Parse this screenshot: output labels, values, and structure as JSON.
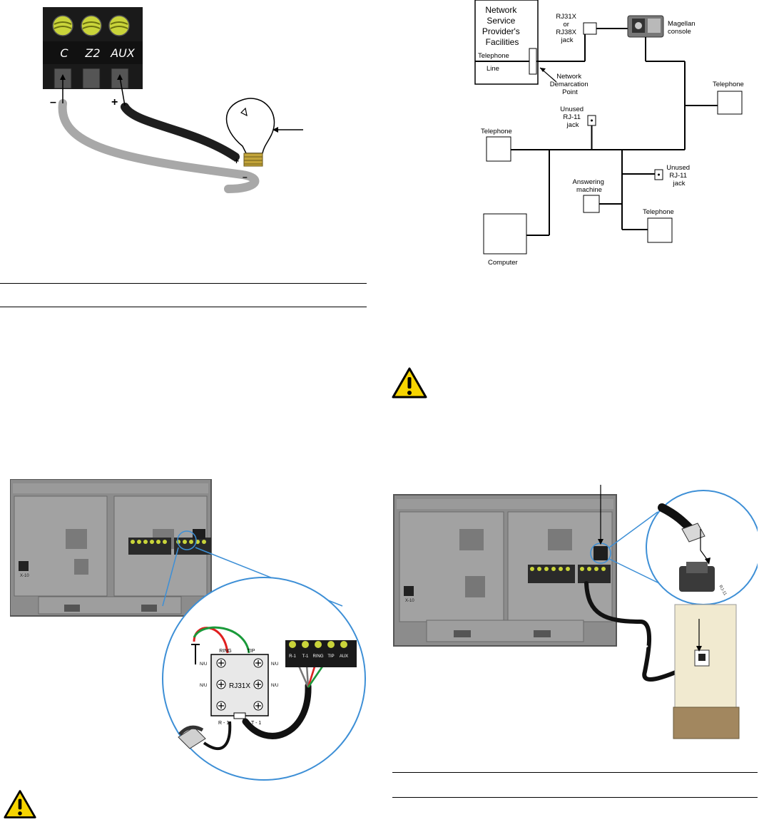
{
  "terminal_figure": {
    "terminals": [
      "C",
      "Z2",
      "AUX"
    ],
    "neg_sign": "–",
    "pos_sign": "+",
    "bulb_plus": "+",
    "bulb_minus": "–"
  },
  "network_diagram": {
    "provider_lines": [
      "Network",
      "Service",
      "Provider's",
      "Facilities"
    ],
    "telephone_line_top": "Telephone",
    "telephone_line_bottom": "Line",
    "demarcation_lines": [
      "Network",
      "Demarcation",
      "Point"
    ],
    "rj31x_lines": [
      "RJ31X",
      "or",
      "RJ38X",
      "jack"
    ],
    "magellan_lines": [
      "Magellan",
      "console"
    ],
    "telephone_right": "Telephone",
    "unused_jack_top_lines": [
      "Unused",
      "RJ-11",
      "jack"
    ],
    "telephone_left": "Telephone",
    "unused_jack_right_lines": [
      "Unused",
      "RJ-11",
      "jack"
    ],
    "answering_machine_lines": [
      "Answering",
      "machine"
    ],
    "telephone_bottom": "Telephone",
    "computer": "Computer"
  },
  "rj31x_figure": {
    "jack_title": "RJ31X",
    "ring": "RING",
    "tip": "TIP",
    "nu": "N/U",
    "r1": "R - 1",
    "t1": "T - 1",
    "terminals": [
      "R-1",
      "T-1",
      "RING",
      "TIP",
      "AUX"
    ],
    "panel_label": "X-10"
  },
  "rj11_figure": {
    "panel_label": "X-10",
    "plug_label": "RJ-11"
  },
  "colors": {
    "warning_yellow": "#f6d400",
    "panel_gray": "#8c8c8c",
    "zoom_blue": "#3d8fd6",
    "terminal_green": "#c8d43a",
    "wall_beige": "#f1ead0",
    "baseboard_brown": "#a2875f"
  }
}
